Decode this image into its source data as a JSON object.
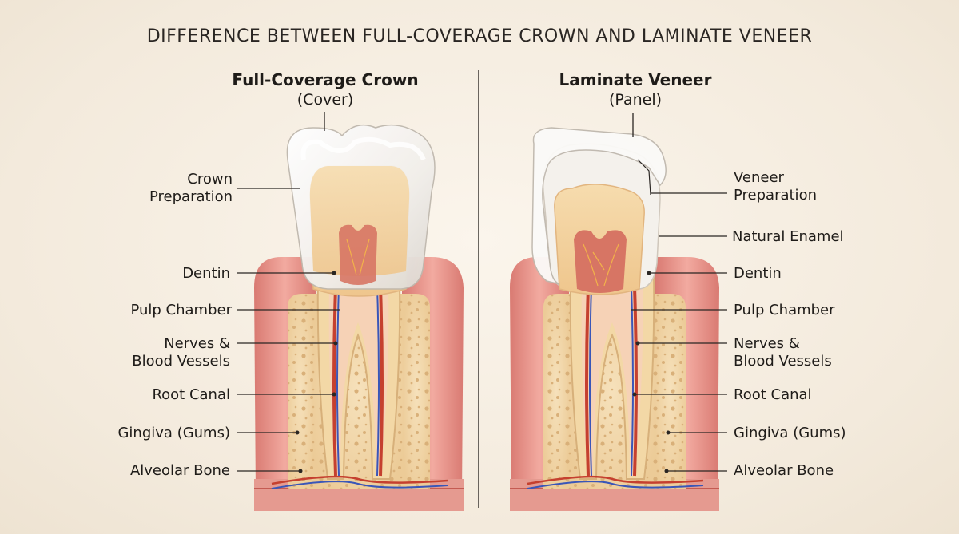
{
  "title": "DIFFERENCE BETWEEN FULL-COVERAGE CROWN AND LAMINATE VENEER",
  "left": {
    "heading": "Full-Coverage Crown",
    "subheading": "(Cover)",
    "labels": {
      "crown_prep_1": "Crown",
      "crown_prep_2": "Preparation",
      "dentin": "Dentin",
      "pulp": "Pulp Chamber",
      "nerves_1": "Nerves &",
      "nerves_2": "Blood Vessels",
      "root_canal": "Root Canal",
      "gingiva": "Gingiva (Gums)",
      "bone": "Alveolar Bone"
    }
  },
  "right": {
    "heading": "Laminate Veneer",
    "subheading": "(Panel)",
    "labels": {
      "veneer_prep_1": "Veneer",
      "veneer_prep_2": "Preparation",
      "enamel": "Natural Enamel",
      "dentin": "Dentin",
      "pulp": "Pulp Chamber",
      "nerves_1": "Nerves &",
      "nerves_2": "Blood Vessels",
      "root_canal": "Root Canal",
      "gingiva": "Gingiva (Gums)",
      "bone": "Alveolar Bone"
    }
  },
  "colors": {
    "gum": "#e48f86",
    "bone": "#f0d4a8",
    "dentin": "#f1d09e",
    "pulp": "#d77564",
    "nerve": "#c5402f",
    "vessel": "#3a56b8",
    "crown": "#f7f4f0"
  }
}
